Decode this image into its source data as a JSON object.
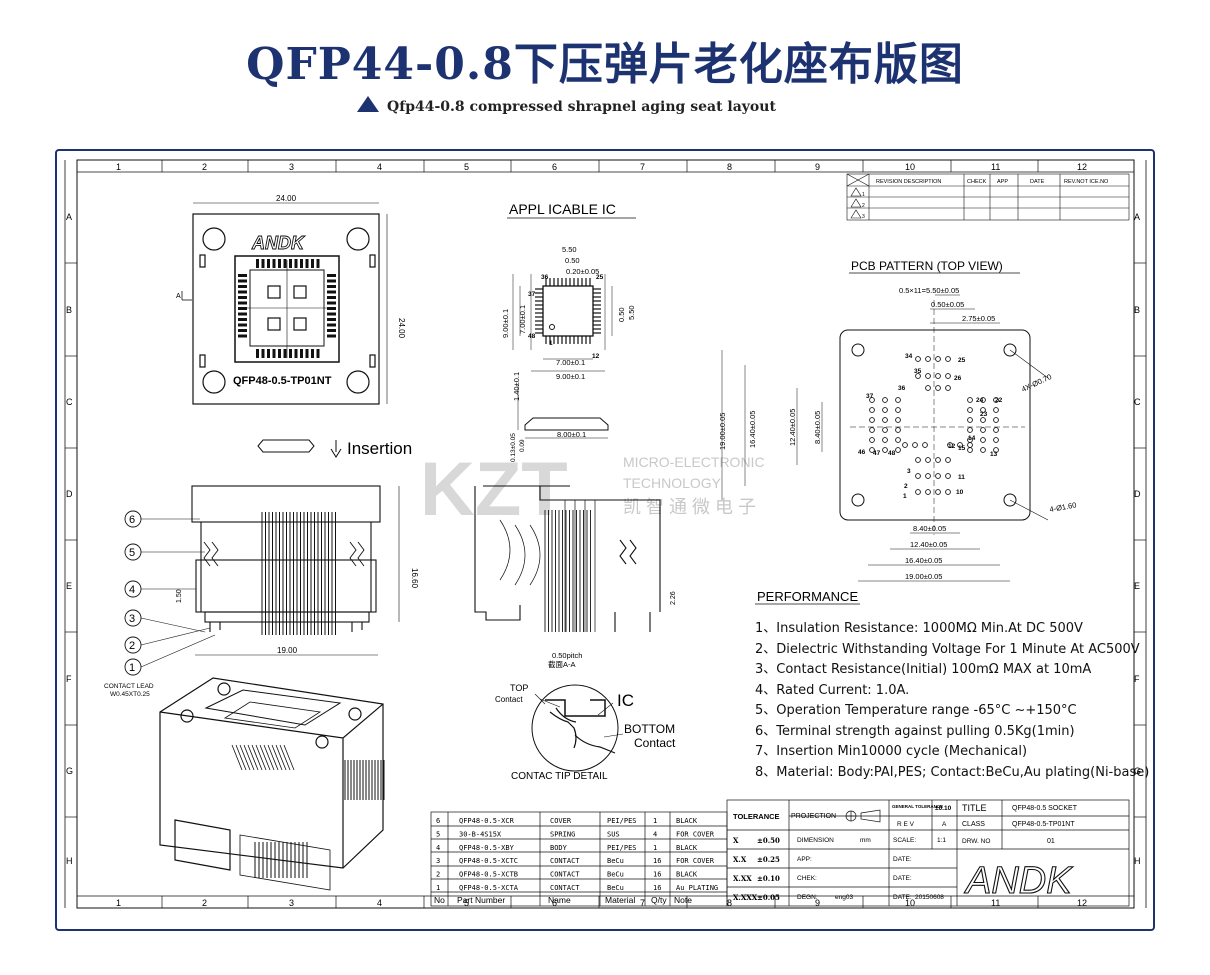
{
  "title": "QFP44-0.8下压弹片老化座布版图",
  "subtitle": "Qfp44-0.8 compressed shrapnel aging seat layout",
  "colors": {
    "title": "#1d3270",
    "border": "#1d3270",
    "ink": "#111111",
    "watermark": "#c8c8c8"
  },
  "grid": {
    "cols": [
      "1",
      "2",
      "3",
      "4",
      "5",
      "6",
      "7",
      "8",
      "9",
      "10",
      "11",
      "12"
    ],
    "rows": [
      "A",
      "B",
      "C",
      "D",
      "E",
      "F",
      "G",
      "H"
    ]
  },
  "socket_top": {
    "width_dim": "24.00",
    "height_dim": "24.00",
    "brand": "ANDK",
    "part_label": "QFP48-0.5-TP01NT",
    "section": "A"
  },
  "applicable_ic": {
    "heading": "APPL ICABLE IC",
    "dims": [
      "5.50",
      "0.50",
      "0.20±0.05",
      "9.00±0.1",
      "7.00±0.1",
      "0.50",
      "5.50",
      "7.00±0.1",
      "9.00±0.1",
      "1.40±0.1",
      "8.00±0.1",
      "0.13±0.05",
      "0.09"
    ],
    "pins": [
      "36",
      "37",
      "48",
      "1",
      "12",
      "25"
    ]
  },
  "insertion": "Insertion",
  "side_view": {
    "height_dim": "16.60",
    "width_dim": "19.00",
    "dim_150": "1.50",
    "dim_226": "2.26",
    "pitch": "0.50pitch",
    "section_label": "截面A-A",
    "callouts": [
      "6",
      "5",
      "4",
      "3",
      "2",
      "1"
    ],
    "contact_lead": "CONTACT LEAD",
    "contact_lead_dim": "W0.45XT0.25"
  },
  "contact_detail": {
    "top": "TOP",
    "contact": "Contact",
    "ic": "IC",
    "bottom": "BOTTOM",
    "bottom_contact": "Contact",
    "caption": "CONTAC TIP DETAIL"
  },
  "watermark": {
    "logo": "KZT",
    "line1": "MICRO-ELECTRONIC",
    "line2": "TECHNOLOGY",
    "line3": "凯 智 通 微 电 子"
  },
  "revision": {
    "headers": [
      "REVISION DESCRIPTION",
      "CHECK",
      "APP",
      "DATE",
      "REV.NOT ICE.NO"
    ],
    "rows": [
      "1",
      "2",
      "3"
    ]
  },
  "pcb_pattern": {
    "heading": "PCB PATTERN (TOP VIEW)",
    "dims": [
      "0.5×11=5.50±0.05",
      "0.50±0.05",
      "2.75±0.05",
      "19.00±0.05",
      "16.40±0.05",
      "12.40±0.05",
      "8.40±0.05",
      "8.40±0.05",
      "12.40±0.05",
      "16.40±0.05",
      "19.00±0.05"
    ],
    "holes": [
      "4X-Ø0.70",
      "4-Ø1.60"
    ],
    "pins": [
      "34",
      "25",
      "36",
      "26",
      "35",
      "37",
      "24",
      "23",
      "22",
      "46",
      "47",
      "48",
      "15",
      "14",
      "13",
      "3",
      "11",
      "2",
      "10",
      "1",
      "12"
    ]
  },
  "performance": {
    "heading": "PERFORMANCE",
    "items": [
      "1、Insulation Resistance: 1000MΩ Min.At DC 500V",
      "2、Dielectric Withstanding Voltage For 1 Minute At AC500V",
      "3、Contact Resistance(Initial) 100mΩ MAX at 10mA",
      "4、Rated Current: 1.0A.",
      "5、Operation Temperature range -65°C ~+150°C",
      "6、Terminal strength against pulling 0.5Kg(1min)",
      "7、Insertion Min10000 cycle (Mechanical)",
      "8、Material: Body:PAI,PES; Contact:BeCu,Au plating(Ni-base)"
    ]
  },
  "bom": {
    "headers": [
      "No",
      "Part Number",
      "Name",
      "Material",
      "Q/ty",
      "Note"
    ],
    "rows": [
      [
        "6",
        "QFP48-0.5-XCR",
        "COVER",
        "PEI/PES",
        "1",
        "BLACK"
      ],
      [
        "5",
        "30-B-4S15X",
        "SPRING",
        "SUS",
        "4",
        "FOR COVER"
      ],
      [
        "4",
        "QFP48-0.5-XBY",
        "BODY",
        "PEI/PES",
        "1",
        "BLACK"
      ],
      [
        "3",
        "QFP48-0.5-XCTC",
        "CONTACT",
        "BeCu",
        "16",
        "FOR COVER"
      ],
      [
        "2",
        "QFP48-0.5-XCTB",
        "CONTACT",
        "BeCu",
        "16",
        "BLACK"
      ],
      [
        "1",
        "QFP48-0.5-XCTA",
        "CONTACT",
        "BeCu",
        "16",
        "Au PLATING"
      ]
    ]
  },
  "title_block": {
    "tolerance": "TOLERANCE",
    "tol_rows": [
      [
        "X",
        "±0.50"
      ],
      [
        "X.X",
        "±0.25"
      ],
      [
        "X.XX",
        "±0.10"
      ],
      [
        "X.XXX",
        "±0.05"
      ]
    ],
    "projection": "PROJECTION",
    "dimension": "DIMENSION",
    "dimension_unit": "mm",
    "app": "APP:",
    "chek": "CHEK:",
    "degn": "DEGN:",
    "degn_val": "eng03",
    "general_tol": "GENERAL TOLERANCE",
    "general_tol_val": "±0.10",
    "rev": "R E V",
    "rev_val": "A",
    "scale": "SCALE:",
    "scale_val": "1:1",
    "date1": "DATE:",
    "date2": "DATE:",
    "date3": "DATE:",
    "date3_val": "20150608",
    "title_lbl": "TITLE",
    "title_val": "QFP48-0.5 SOCKET",
    "class_lbl": "CLASS",
    "class_val": "QFP48-0.5-TP01NT",
    "drw_lbl": "DRW. NO",
    "drw_val": "01",
    "brand": "ANDK"
  }
}
